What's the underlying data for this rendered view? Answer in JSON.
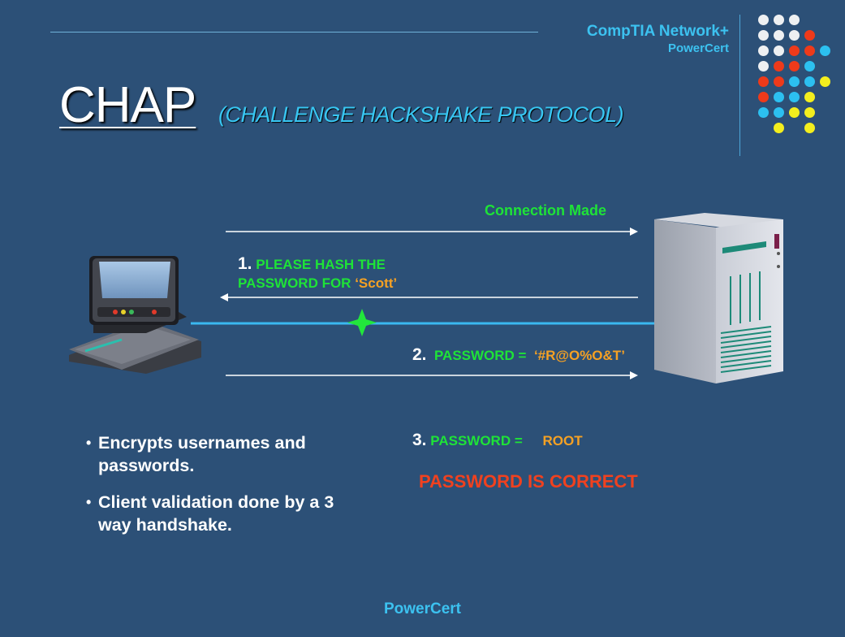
{
  "brand": {
    "line1": "CompTIA Network+",
    "line2": "PowerCert"
  },
  "title": "CHAP",
  "subtitle": "(CHALLENGE HACKSHAKE PROTOCOL)",
  "diagram": {
    "connection_label": "Connection Made",
    "step1": {
      "number": "1.",
      "text": "PLEASE HASH THE",
      "text2": "PASSWORD FOR",
      "user": "‘Scott’"
    },
    "step2": {
      "number": "2.",
      "label": "PASSWORD =",
      "value": "‘#R@O%O&T’"
    },
    "step3": {
      "number": "3.",
      "label": "PASSWORD =",
      "value": "ROOT"
    },
    "result": "PASSWORD IS CORRECT"
  },
  "bullets": [
    {
      "text": "Encrypts usernames and passwords."
    },
    {
      "text": "Client validation done by a 3 way handshake."
    }
  ],
  "footer": "PowerCert",
  "colors": {
    "background": "#2c5077",
    "accent": "#3cc2f0",
    "green": "#1ee337",
    "orange": "#f6a123",
    "red": "#f0411f"
  }
}
